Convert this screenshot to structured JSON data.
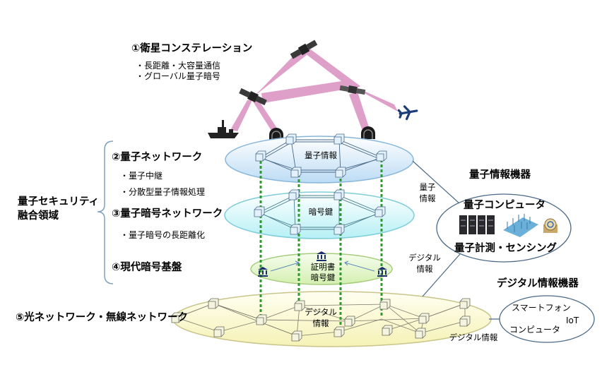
{
  "satellite": {
    "title": "①衛星コンステレーション",
    "items": [
      "長距離・大容量通信",
      "グローバル量子暗号"
    ]
  },
  "fusion_label": [
    "量子セキュリティ",
    "融合領域"
  ],
  "layers": {
    "quantum_network": {
      "title": "②量子ネットワーク",
      "items": [
        "量子中継",
        "分散型量子情報処理"
      ],
      "label": "量子情報"
    },
    "qkd_network": {
      "title": "③量子暗号ネットワーク",
      "items": [
        "量子暗号の長距離化"
      ],
      "label": "暗号鍵"
    },
    "modern_crypto": {
      "title": "④現代暗号基盤",
      "label": [
        "証明書",
        "暗号鍵"
      ]
    },
    "optical": {
      "title": "⑤光ネットワーク・無線ネットワーク",
      "label": [
        "デジタル",
        "情報"
      ]
    }
  },
  "quantum_devices": {
    "title": "量子情報機器",
    "computer": "量子コンピュータ",
    "sensing": "量子計測・センシング"
  },
  "digital_devices": {
    "title": "デジタル情報機器",
    "smartphone": "スマートフォン",
    "iot": "IoT",
    "computer": "コンピュータ"
  },
  "link_labels": {
    "quantum_info": [
      "量子",
      "情報"
    ],
    "digital_info_1": [
      "デジタル",
      "情報"
    ],
    "digital_info_2": "デジタル情報"
  },
  "colors": {
    "quantum_layer": "#cce6f7",
    "qkd_layer": "#ccf5f7",
    "crypto_layer": "#e3f5c8",
    "optical_layer": "#fbf8c8",
    "link_green": "#2e9a2e",
    "beam_pink": "#d98fc0",
    "node_blue": "#dbeefa"
  }
}
